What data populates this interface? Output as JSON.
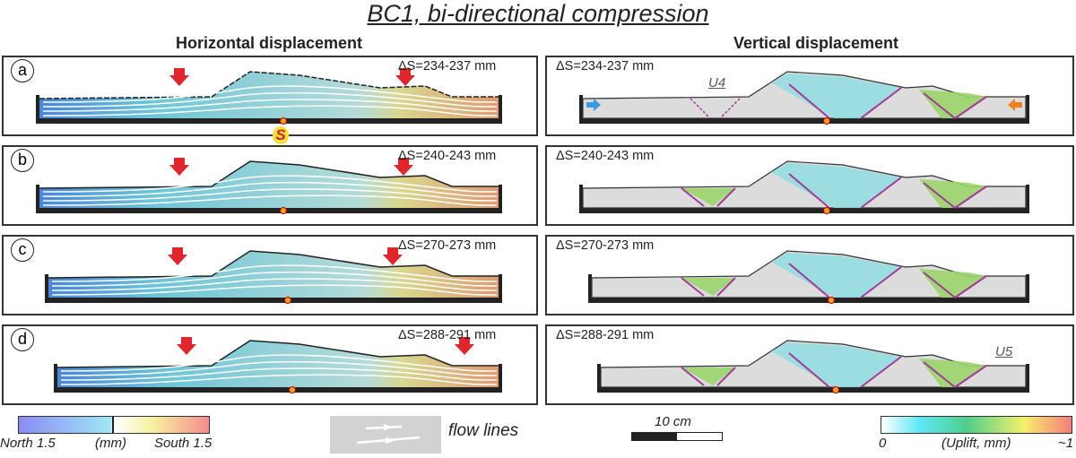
{
  "title": "BC1, bi-directional compression",
  "columns": {
    "left": "Horizontal displacement",
    "right": "Vertical displacement"
  },
  "panels": [
    {
      "letter": "a",
      "ds": "ΔS=234-237 mm"
    },
    {
      "letter": "b",
      "ds": "ΔS=240-243 mm"
    },
    {
      "letter": "c",
      "ds": "ΔS=270-273 mm"
    },
    {
      "letter": "d",
      "ds": "ΔS=288-291 mm"
    }
  ],
  "annotations": {
    "s_marker": "S",
    "u4": "U4",
    "u5": "U5"
  },
  "legend": {
    "horizontal": {
      "left": "North 1.5",
      "unit": "(mm)",
      "right": "South 1.5"
    },
    "flow": "flow lines",
    "scale": "10 cm",
    "vertical": {
      "min": "0",
      "unit": "(Uplift, mm)",
      "max": "~1"
    }
  },
  "colors": {
    "arrow": "#e0262a",
    "fault": "#a23a9a",
    "base": "#222222"
  }
}
